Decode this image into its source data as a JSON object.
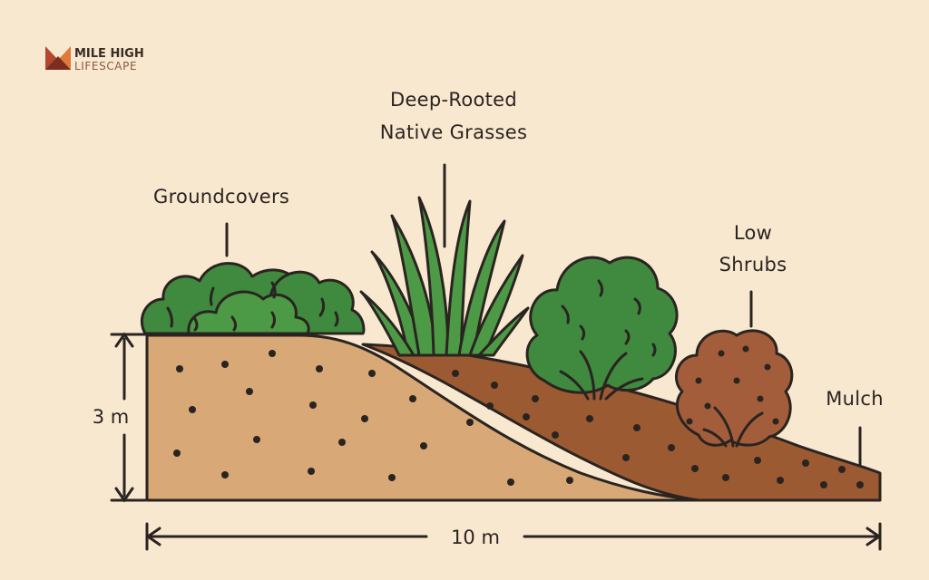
{
  "brand": {
    "line1": "MILE HIGH",
    "line2": "LIFESCAPE"
  },
  "labels": {
    "groundcovers": "Groundcovers",
    "grasses_line1": "Deep-Rooted",
    "grasses_line2": "Native Grasses",
    "shrubs_line1": "Low",
    "shrubs_line2": "Shrubs",
    "mulch": "Mulch"
  },
  "dimensions": {
    "height": "3 m",
    "width": "10 m"
  },
  "colors": {
    "background": "#f9e8d0",
    "soil": "#d8a877",
    "mulch": "#9c5a33",
    "shrub_brown": "#a35d3a",
    "foliage": "#3f8a3f",
    "foliage_dark": "#2f6b2f",
    "outline": "#2a2420"
  }
}
